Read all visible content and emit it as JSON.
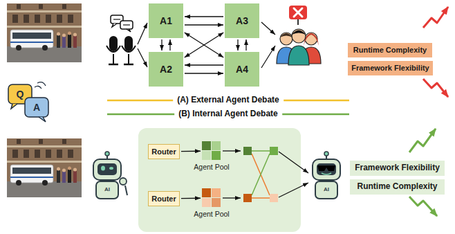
{
  "diagram": {
    "nodes": [
      {
        "text": [
          "A1"
        ]
      },
      {
        "text": [
          "A3"
        ]
      },
      {
        "text": [
          "A2"
        ]
      },
      {
        "text": [
          "A4"
        ]
      },
      {
        "text": [
          "Runtime Complexity"
        ]
      },
      {
        "text": [
          "Framework Flexibility"
        ]
      },
      {
        "text": [
          "Router"
        ]
      },
      {
        "text": [
          "Agent Pool"
        ]
      },
      {
        "text": [
          "Router"
        ]
      },
      {
        "text": [
          "Agent Pool"
        ]
      },
      {
        "text": [
          "Framework Flexibility"
        ]
      },
      {
        "text": [
          "Runtime Complexity"
        ]
      }
    ],
    "edges": [
      {
        "from": 0,
        "to": 1,
        "arrow": "to"
      },
      {
        "from": 1,
        "to": 0,
        "arrow": "to"
      },
      {
        "from": 0,
        "to": 2,
        "arrow": "to"
      },
      {
        "from": 2,
        "to": 0,
        "arrow": "to"
      },
      {
        "from": 1,
        "to": 3,
        "arrow": "to"
      },
      {
        "from": 3,
        "to": 1,
        "arrow": "to"
      },
      {
        "from": 2,
        "to": 3,
        "arrow": "to"
      },
      {
        "from": 3,
        "to": 2,
        "arrow": "to"
      },
      {
        "from": 0,
        "to": 3,
        "arrow": "both"
      },
      {
        "from": 2,
        "to": 1,
        "arrow": "both"
      },
      {
        "from": 6,
        "to": 7,
        "arrow": "to"
      },
      {
        "from": 8,
        "to": 9,
        "arrow": "to"
      }
    ],
    "labels": [
      "Q",
      "A",
      "(A) External Agent Debate",
      "(B) Internal Agent Debate",
      "AI",
      "AI"
    ]
  }
}
